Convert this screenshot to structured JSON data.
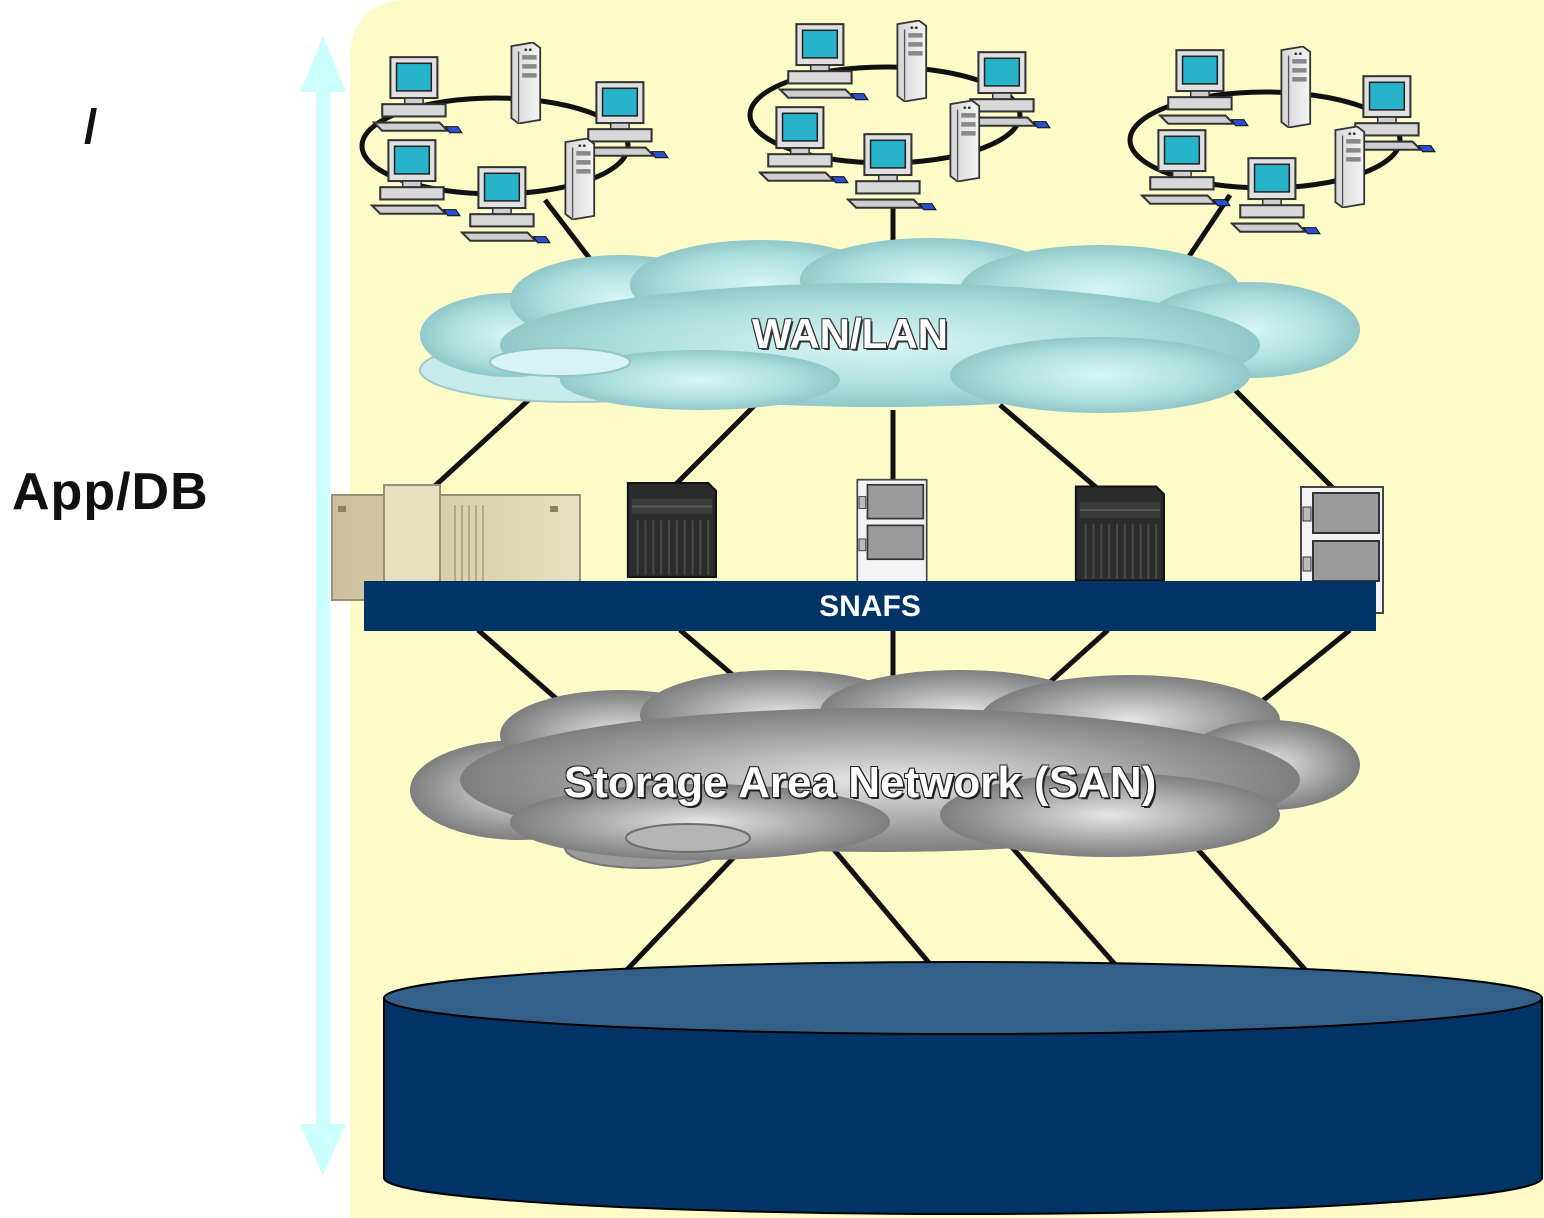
{
  "labels": {
    "top_left": "/",
    "middle_left": "App/DB"
  },
  "clouds": {
    "wan": "WAN/LAN",
    "san": "Storage Area Network (SAN)"
  },
  "bar": {
    "snafs": "SNAFS"
  },
  "colors": {
    "panel_background": "#fdfcc9",
    "axis_arrow": "#ccffff",
    "wan_cloud": "#a9dede",
    "san_cloud": "#8a8a8a",
    "snafs_bar": "#003366",
    "storage_cylinder": "#003366",
    "connector_lines": "#111111"
  },
  "icons": [
    "workstation-icon",
    "tower-server-icon",
    "mainframe-icon",
    "rack-server-icon",
    "storage-array-icon",
    "cloud-icon"
  ]
}
